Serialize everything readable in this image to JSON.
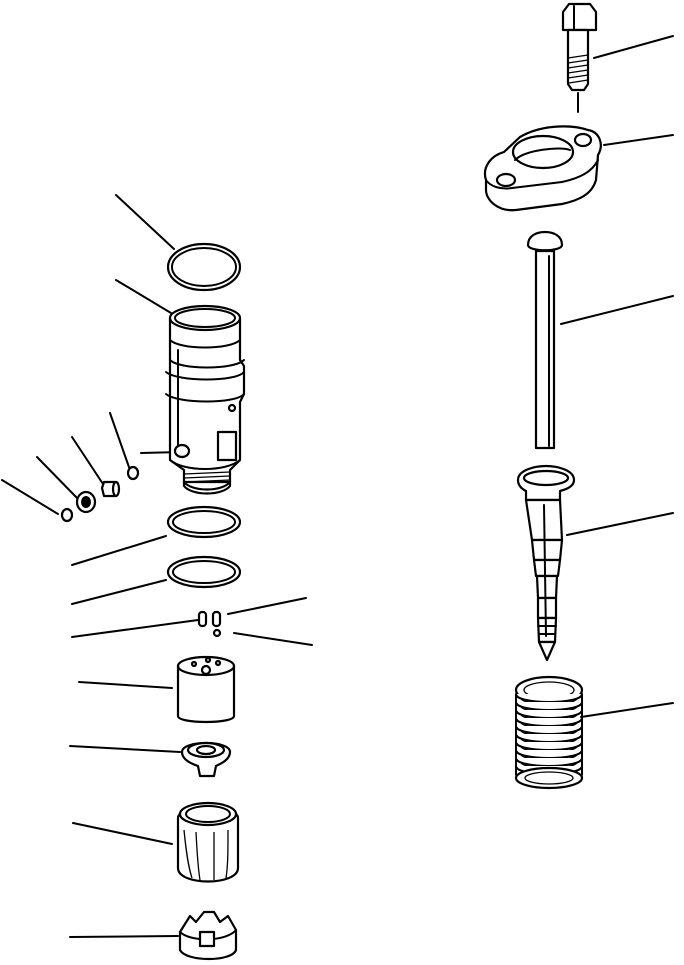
{
  "diagram": {
    "kind": "exploded parts view",
    "style": "black line art on white, no printed text",
    "parts": [
      {
        "id": "bolt",
        "label": ""
      },
      {
        "id": "clamp-flange",
        "label": ""
      },
      {
        "id": "push-rod",
        "label": ""
      },
      {
        "id": "plunger",
        "label": ""
      },
      {
        "id": "plunger-spring",
        "label": ""
      },
      {
        "id": "o-ring-upper",
        "label": ""
      },
      {
        "id": "injector-body",
        "label": ""
      },
      {
        "id": "side-o-ring",
        "label": ""
      },
      {
        "id": "side-spacer",
        "label": ""
      },
      {
        "id": "side-plug",
        "label": ""
      },
      {
        "id": "small-o-ring",
        "label": ""
      },
      {
        "id": "o-ring-middle",
        "label": ""
      },
      {
        "id": "o-ring-lower",
        "label": ""
      },
      {
        "id": "dowel-pins",
        "label": ""
      },
      {
        "id": "ball",
        "label": ""
      },
      {
        "id": "check-valve-body",
        "label": ""
      },
      {
        "id": "valve-seat",
        "label": ""
      },
      {
        "id": "nozzle-cup",
        "label": ""
      },
      {
        "id": "retainer",
        "label": ""
      }
    ],
    "colors": {
      "line": "#000000",
      "background": "#ffffff"
    }
  }
}
